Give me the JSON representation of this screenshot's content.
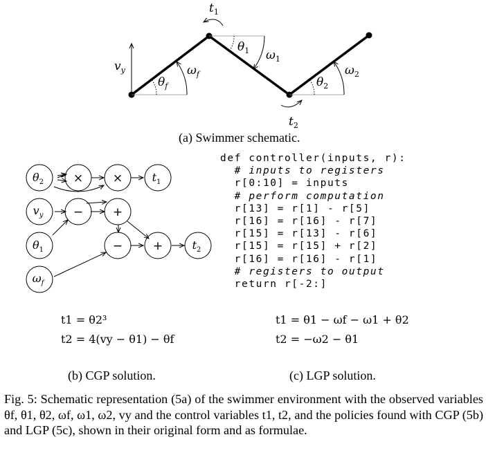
{
  "schematic": {
    "labels": {
      "t1": "t1",
      "t2": "t2",
      "vy": "vy",
      "theta_f": "θf",
      "omega_f": "ωf",
      "theta_1": "θ1",
      "omega_1": "ω1",
      "theta_2": "θ2",
      "omega_2": "ω2"
    },
    "caption": "(a) Swimmer schematic."
  },
  "cgp": {
    "nodes": [
      "θ2",
      "vy",
      "θ1",
      "ωf",
      "×",
      "×",
      "−",
      "+",
      "−",
      "+",
      "t1",
      "t2"
    ],
    "equations": [
      "t1 = θ2³",
      "t2 = 4(vy − θ1) − θf"
    ],
    "caption": "(b) CGP solution."
  },
  "lgp": {
    "code_lines": [
      "def controller(inputs, r):",
      "  # inputs to registers",
      "  r[0:10] = inputs",
      "  # perform computation",
      "  r[13] = r[1] - r[5]",
      "  r[16] = r[16] - r[7]",
      "  r[15] = r[13] - r[6]",
      "  r[15] = r[15] + r[2]",
      "  r[16] = r[16] - r[1]",
      "  # registers to output",
      "  return r[-2:]"
    ],
    "equations": [
      "t1 = θ1 − ωf − ω1 + θ2",
      "t2 = −ω2 − θ1"
    ],
    "caption": "(c) LGP solution."
  },
  "figure_caption": "Fig. 5: Schematic representation (5a) of the swimmer environment with the observed variables θf, θ1, θ2, ωf, ω1, ω2, vy and the control variables t1, t2, and the policies found with CGP (5b) and LGP (5c), shown in their original form and as formulae."
}
